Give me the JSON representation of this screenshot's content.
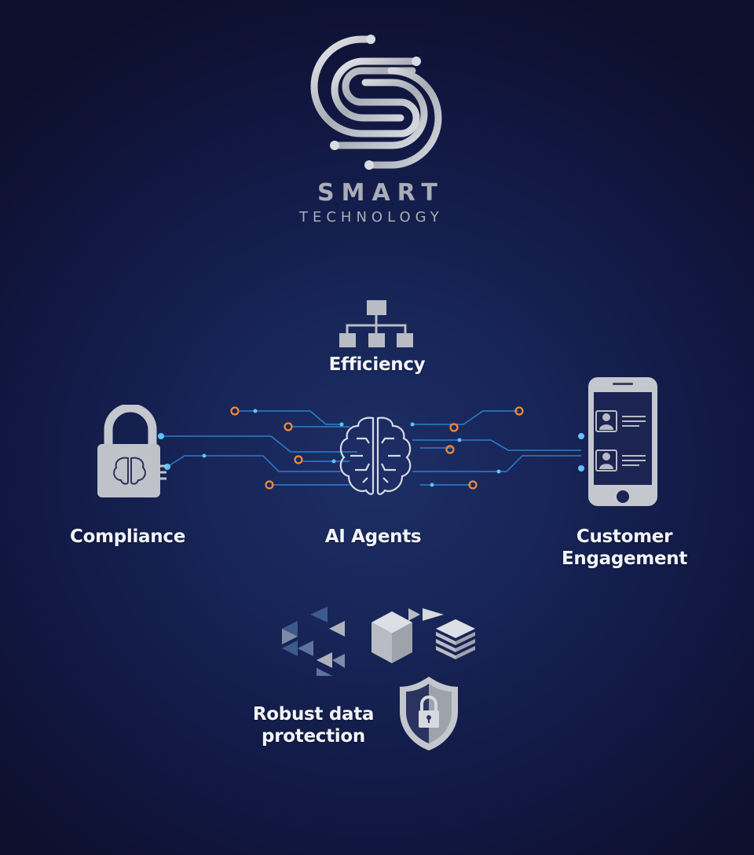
{
  "brand": {
    "logo_icon": "circuit-s-logo",
    "name": "SMART",
    "tagline": "TECHNOLOGY"
  },
  "nodes": {
    "efficiency": {
      "label": "Efficiency",
      "icon": "org-chart-icon"
    },
    "compliance": {
      "label": "Compliance",
      "icon": "padlock-brain-icon"
    },
    "ai_agents": {
      "label": "AI Agents",
      "icon": "circuit-brain-icon"
    },
    "customer_engagement": {
      "label_line1": "Customer",
      "label_line2": "Engagement",
      "icon": "smartphone-profiles-icon"
    },
    "data_protection": {
      "label_line1": "Robust data",
      "label_line2": "protection",
      "icons": [
        "triangle-pattern-icon",
        "cube-icon",
        "stacked-layers-icon",
        "shield-lock-icon"
      ]
    }
  },
  "colors": {
    "background_center": "#1d2f66",
    "background_edge": "#0d0f2c",
    "circuit_blue": "#3aa6ff",
    "node_orange": "#f28a3a",
    "silver": "#c4c7ce",
    "text": "#f2f4f8"
  }
}
